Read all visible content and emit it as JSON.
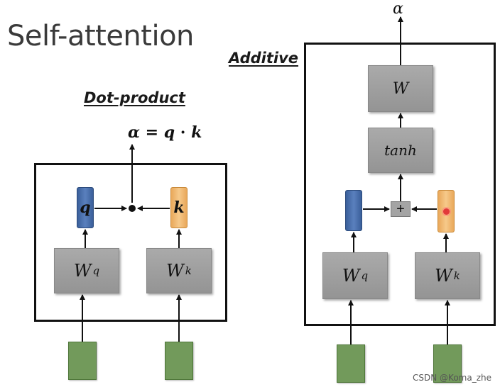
{
  "title": "Self-attention",
  "left": {
    "heading": "Dot-product",
    "formula": {
      "alpha": "α",
      "equals": "=",
      "q": "q",
      "dot": "·",
      "k": "k"
    },
    "q_label": "q",
    "k_label": "k",
    "wq": {
      "base": "W",
      "sup": "q"
    },
    "wk": {
      "base": "W",
      "sup": "k"
    }
  },
  "right": {
    "heading": "Additive",
    "output": "α",
    "w_label": "W",
    "tanh_label": "tanh",
    "plus_label": "+",
    "wq": {
      "base": "W",
      "sup": "q"
    },
    "wk": {
      "base": "W",
      "sup": "k"
    }
  },
  "watermark": "CSDN @Koma_zhe",
  "colors": {
    "query": "#4f73b0",
    "key": "#f0b870",
    "input": "#729a5b",
    "block": "#a0a0a0"
  }
}
